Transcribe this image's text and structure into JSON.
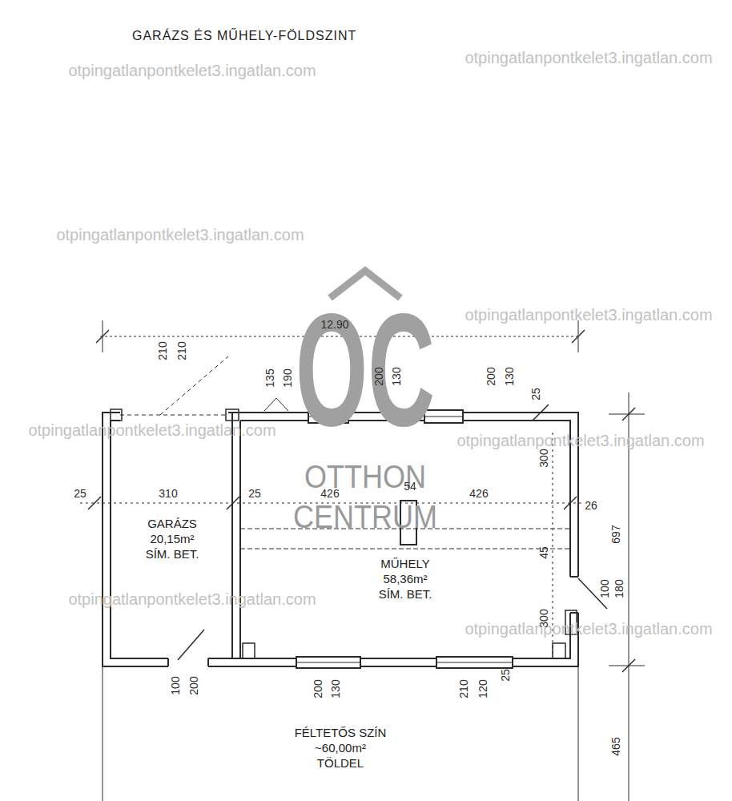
{
  "diagram": {
    "title": "GARÁZS ÉS MŰHELY-FÖLDSZINT",
    "nodes": [
      {
        "text": [
          "GARÁZS",
          "20,15m²",
          "SÍM. BET."
        ]
      },
      {
        "text": [
          "MŰHELY",
          "58,36m²",
          "SÍM. BET."
        ]
      },
      {
        "text": [
          "FÉLTETŐS SZÍN",
          "~60,00m²",
          "TÖLDEL"
        ]
      }
    ],
    "labels": [
      "otpingatlanpontkelet3.ingatlan.com",
      "otpingatlanpontkelet3.ingatlan.com",
      "otpingatlanpontkelet3.ingatlan.com",
      "otpingatlanpontkelet3.ingatlan.com",
      "otpingatlanpontkelet3.ingatlan.com",
      "otpingatlanpontkelet3.ingatlan.com",
      "otpingatlanpontkelet3.ingatlan.com",
      "otpingatlanpontkelet3.ingatlan.com",
      "OC",
      "OTTHON",
      "CENTRUM",
      "12.90",
      "210",
      "210",
      "135",
      "190",
      "200",
      "130",
      "200",
      "130",
      "25",
      "25",
      "310",
      "25",
      "426",
      "54",
      "426",
      "26",
      "300",
      "45",
      "300",
      "697",
      "100",
      "180",
      "100",
      "200",
      "200",
      "130",
      "210",
      "120",
      "25",
      "465"
    ]
  }
}
